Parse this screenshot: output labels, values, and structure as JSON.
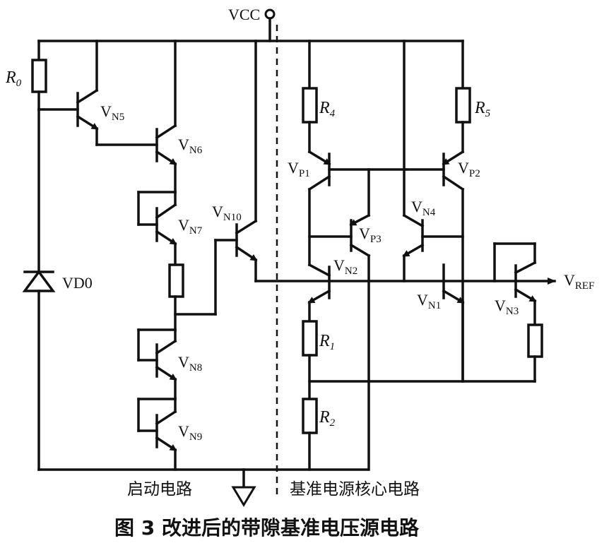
{
  "figure": {
    "caption": "图 3  改进后的带隙基准电压源电路",
    "sections": {
      "startup": "启动电路",
      "core": "基准电源核心电路"
    },
    "supply_label": "VCC",
    "components": {
      "R0": {
        "main": "R",
        "sub": "0"
      },
      "R1": {
        "main": "R",
        "sub": "1"
      },
      "R2": {
        "main": "R",
        "sub": "2"
      },
      "R4": {
        "main": "R",
        "sub": "4"
      },
      "R5": {
        "main": "R",
        "sub": "5"
      },
      "VN1": {
        "main": "V",
        "sub": "N1"
      },
      "VN2": {
        "main": "V",
        "sub": "N2"
      },
      "VN3": {
        "main": "V",
        "sub": "N3"
      },
      "VN4": {
        "main": "V",
        "sub": "N4"
      },
      "VN5": {
        "main": "V",
        "sub": "N5"
      },
      "VN6": {
        "main": "V",
        "sub": "N6"
      },
      "VN7": {
        "main": "V",
        "sub": "N7"
      },
      "VN8": {
        "main": "V",
        "sub": "N8"
      },
      "VN9": {
        "main": "V",
        "sub": "N9"
      },
      "VN10": {
        "main": "V",
        "sub": "N10"
      },
      "VP1": {
        "main": "V",
        "sub": "P1"
      },
      "VP2": {
        "main": "V",
        "sub": "P2"
      },
      "VP3": {
        "main": "V",
        "sub": "P3"
      },
      "VD0": "VD0"
    },
    "output": {
      "main": "V",
      "sub": "REF"
    }
  }
}
